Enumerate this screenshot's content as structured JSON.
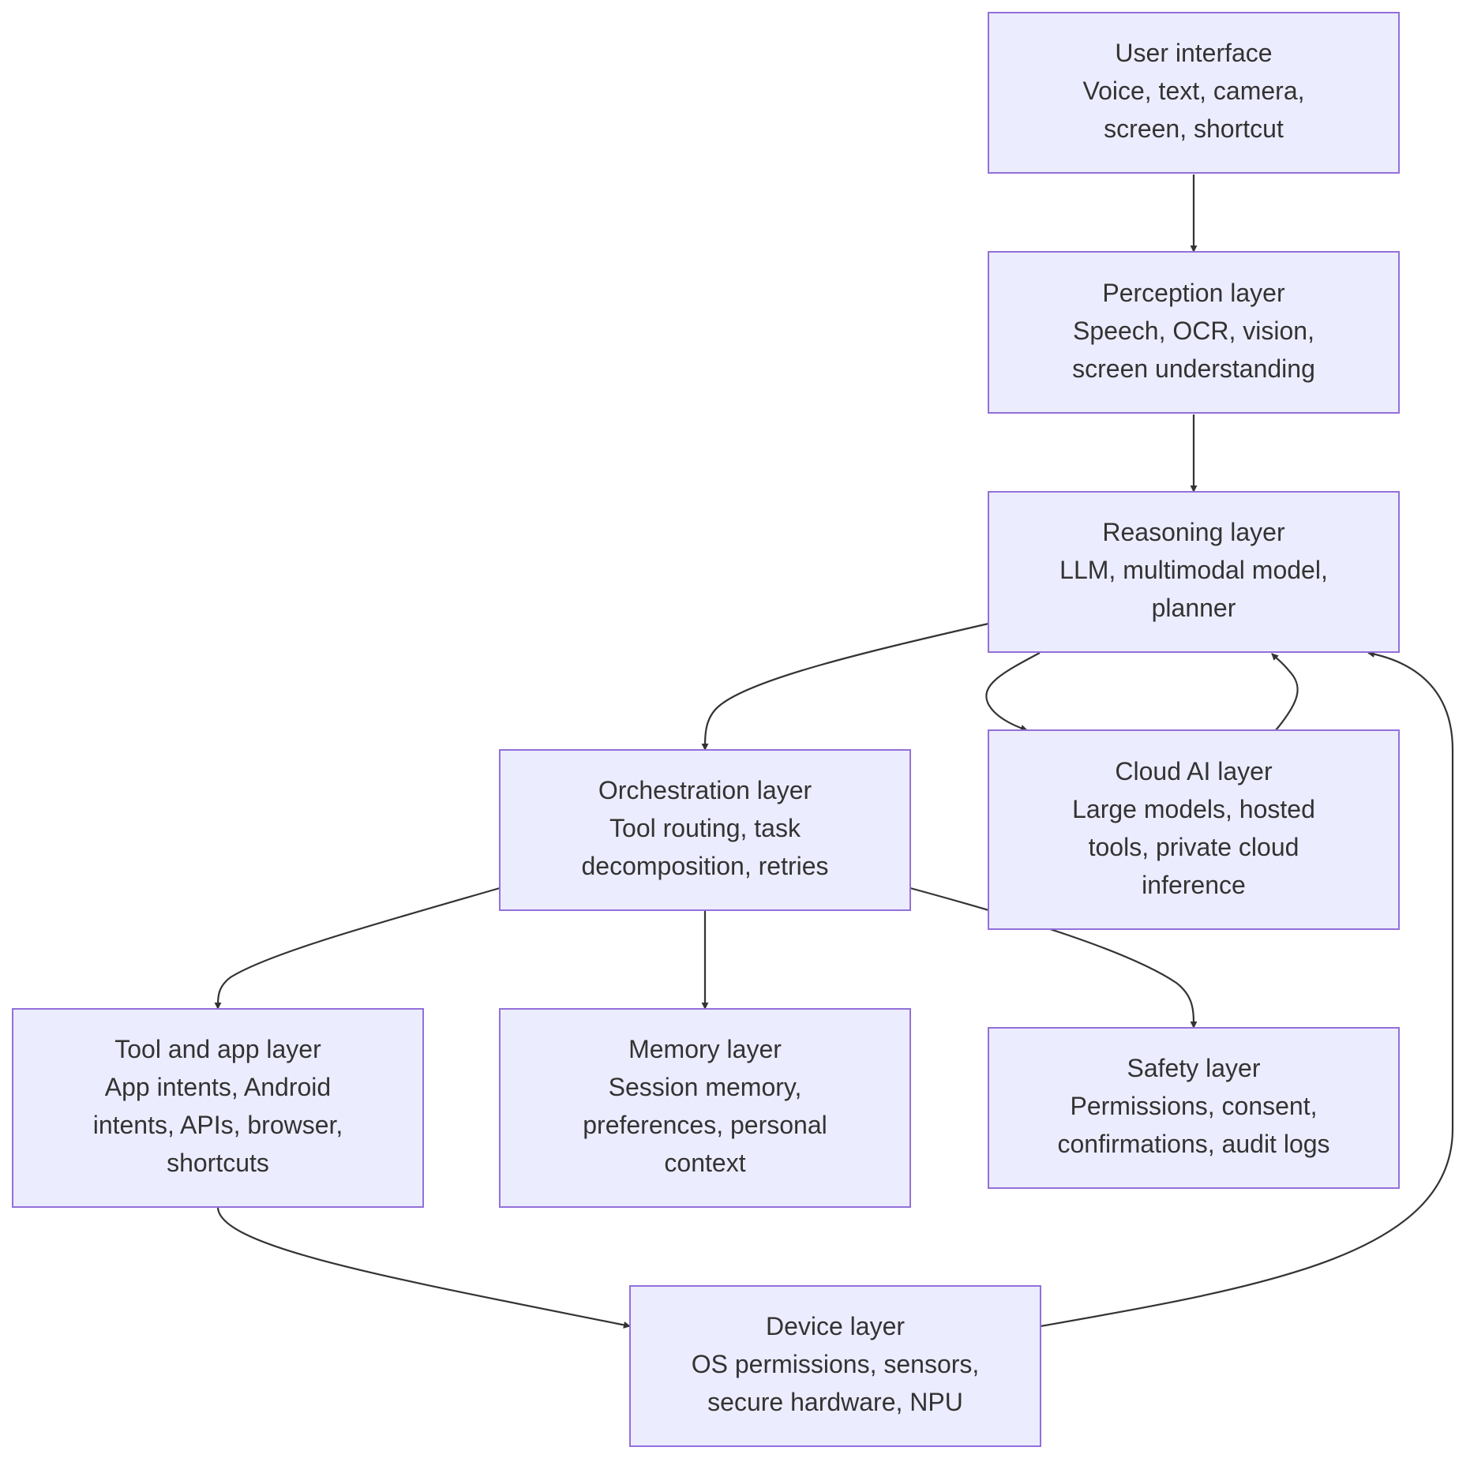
{
  "nodes": {
    "ui": {
      "title": "User interface",
      "lines": [
        "Voice, text, camera,",
        "screen, shortcut"
      ]
    },
    "perception": {
      "title": "Perception layer",
      "lines": [
        "Speech, OCR, vision,",
        "screen understanding"
      ]
    },
    "reasoning": {
      "title": "Reasoning layer",
      "lines": [
        "LLM, multimodal model,",
        "planner"
      ]
    },
    "orchestration": {
      "title": "Orchestration layer",
      "lines": [
        "Tool routing, task",
        "decomposition, retries"
      ]
    },
    "cloud": {
      "title": "Cloud AI layer",
      "lines": [
        "Large models, hosted",
        "tools, private cloud",
        "inference"
      ]
    },
    "tool": {
      "title": "Tool and app layer",
      "lines": [
        "App intents, Android",
        "intents, APIs, browser,",
        "shortcuts"
      ]
    },
    "memory": {
      "title": "Memory layer",
      "lines": [
        "Session memory,",
        "preferences, personal",
        "context"
      ]
    },
    "safety": {
      "title": "Safety layer",
      "lines": [
        "Permissions, consent,",
        "confirmations, audit logs"
      ]
    },
    "device": {
      "title": "Device layer",
      "lines": [
        "OS permissions, sensors,",
        "secure hardware, NPU"
      ]
    }
  },
  "edges": [
    {
      "from": "ui",
      "to": "perception"
    },
    {
      "from": "perception",
      "to": "reasoning"
    },
    {
      "from": "reasoning",
      "to": "orchestration"
    },
    {
      "from": "reasoning",
      "to": "cloud"
    },
    {
      "from": "cloud",
      "to": "reasoning"
    },
    {
      "from": "orchestration",
      "to": "tool"
    },
    {
      "from": "orchestration",
      "to": "memory"
    },
    {
      "from": "orchestration",
      "to": "safety"
    },
    {
      "from": "tool",
      "to": "device"
    },
    {
      "from": "device",
      "to": "reasoning"
    }
  ],
  "colors": {
    "node_fill": "#ECECFF",
    "node_stroke": "#9370DB",
    "edge": "#333333",
    "text": "#333333"
  }
}
